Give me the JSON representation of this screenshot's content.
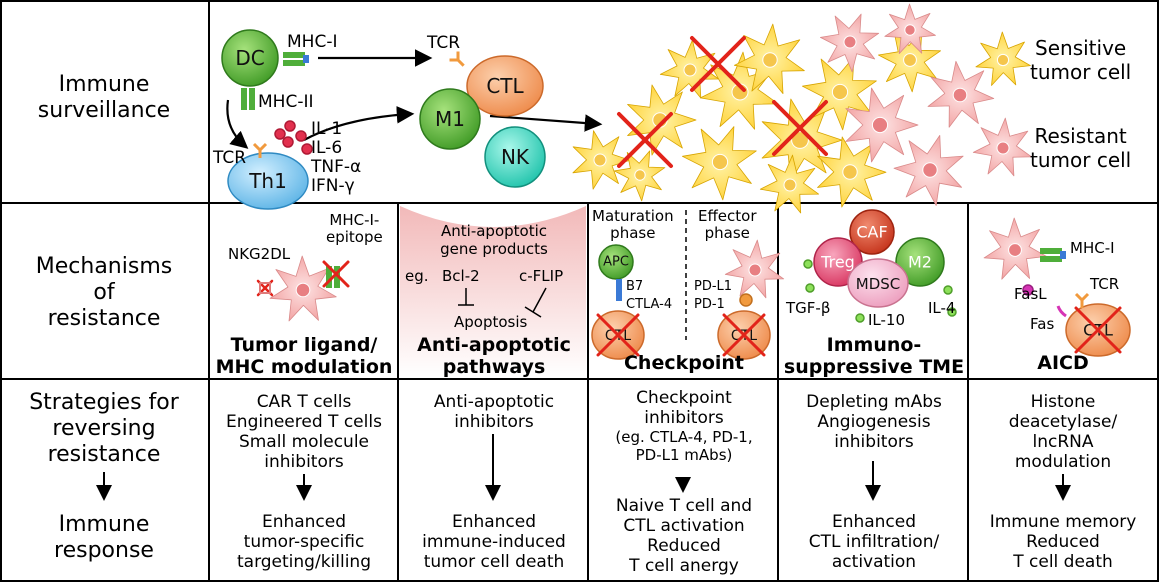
{
  "rows": {
    "surveillance": [
      "Immune",
      "surveillance"
    ],
    "mechanisms": [
      "Mechanisms",
      "of",
      "resistance"
    ],
    "strategies": [
      "Strategies for",
      "reversing",
      "resistance"
    ],
    "response": [
      "Immune",
      "response"
    ]
  },
  "surveillance": {
    "dc": "DC",
    "mhc1": "MHC-I",
    "mhc2": "MHC-II",
    "tcr_ctl": "TCR",
    "ctl": "CTL",
    "tcr_th1": "TCR",
    "th1": "Th1",
    "m1": "M1",
    "nk": "NK",
    "cytokines": [
      "IL-1",
      "IL-6",
      "TNF-α",
      "IFN-γ"
    ],
    "legend_sensitive": [
      "Sensitive",
      "tumor cell"
    ],
    "legend_resistant": [
      "Resistant",
      "tumor cell"
    ]
  },
  "mechanisms": {
    "ligand": {
      "nkg2dl": "NKG2DL",
      "mhc_epitope": [
        "MHC-I-",
        "epitope"
      ],
      "title": [
        "Tumor ligand/",
        "MHC modulation"
      ]
    },
    "apoptotic": {
      "header": [
        "Anti-apoptotic",
        "gene products"
      ],
      "eg": "eg.",
      "bcl2": "Bcl-2",
      "cflip": "c-FLIP",
      "apoptosis": "Apoptosis",
      "title": [
        "Anti-apoptotic",
        "pathways"
      ]
    },
    "checkpoint": {
      "maturation": [
        "Maturation",
        "phase"
      ],
      "effector": [
        "Effector",
        "phase"
      ],
      "apc": "APC",
      "b7": "B7",
      "ctla4": "CTLA-4",
      "pdl1": "PD-L1",
      "pd1": "PD-1",
      "ctl_left": "CTL",
      "ctl_right": "CTL",
      "title": "Checkpoint"
    },
    "tme": {
      "caf": "CAF",
      "treg": "Treg",
      "m2": "M2",
      "mdsc": "MDSC",
      "tgfb": "TGF-β",
      "il10": "IL-10",
      "il4": "IL-4",
      "title": [
        "Immuno-",
        "suppressive TME"
      ]
    },
    "aicd": {
      "mhc1": "MHC-I",
      "tcr": "TCR",
      "fasl": "FasL",
      "fas": "Fas",
      "ctl": "CTL",
      "title": "AICD"
    }
  },
  "strategies": [
    {
      "top": [
        "CAR T cells",
        "Engineered T cells",
        "Small molecule",
        "inhibitors"
      ],
      "bottom": [
        "Enhanced",
        "tumor-specific",
        "targeting/killing"
      ]
    },
    {
      "top": [
        "Anti-apoptotic",
        "inhibitors"
      ],
      "bottom": [
        "Enhanced",
        "immune-induced",
        "tumor cell death"
      ]
    },
    {
      "top": [
        "Checkpoint",
        "inhibitors"
      ],
      "note": [
        "(eg. CTLA-4, PD-1,",
        "PD-L1 mAbs)"
      ],
      "bottom": [
        "Naive T cell and",
        "CTL activation",
        "Reduced",
        "T cell anergy"
      ]
    },
    {
      "top": [
        "Depleting mAbs",
        "Angiogenesis",
        "inhibitors"
      ],
      "bottom": [
        "Enhanced",
        "CTL infiltration/",
        "activation"
      ]
    },
    {
      "top": [
        "Histone",
        "deacetylase/",
        "lncRNA",
        "modulation"
      ],
      "bottom": [
        "Immune memory",
        "Reduced",
        "T cell death"
      ]
    }
  ],
  "colors": {
    "dc": "#5cb83a",
    "ctl": "#f4a26b",
    "th1": "#7ec8ee",
    "m1": "#6cc84a",
    "nk": "#3fd9c4",
    "sensitive": "#ffd93d",
    "resistant": "#f6b8b8",
    "treg": "#e8557a",
    "caf": "#d8442a",
    "mdsc": "#f3b2cc",
    "cross": "#e2231a"
  }
}
